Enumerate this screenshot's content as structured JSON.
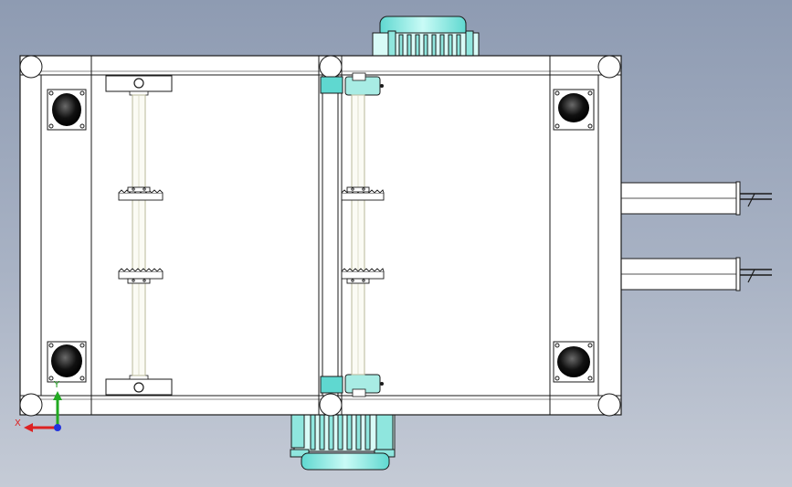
{
  "viewport": {
    "background_top": "#8e9bb2",
    "background_bottom": "#c5cbd6",
    "line_color": "#1a1a1a",
    "frame_fill": "#ffffff",
    "motor_color": "#7fe8e0",
    "bracket_color": "#9be0d6"
  },
  "triad": {
    "x_label": "X",
    "y_label": "Y",
    "x_color": "#dd2222",
    "y_color": "#22aa22",
    "z_color": "#2233dd"
  },
  "components": {
    "casters": 4,
    "corner_nodes": 6,
    "sprockets": 4,
    "shafts": 2,
    "motors": 2,
    "cylinders": 2
  }
}
